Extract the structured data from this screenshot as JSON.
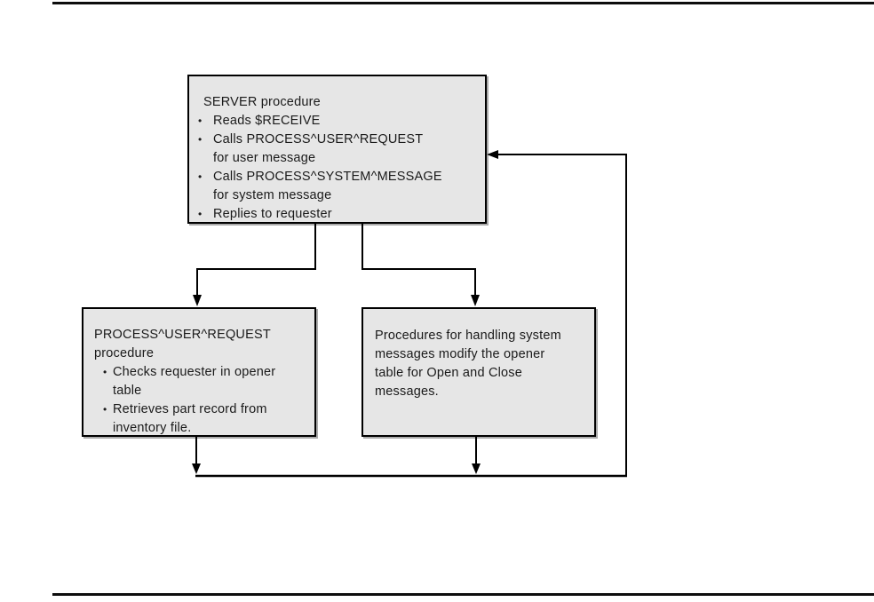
{
  "diagram": {
    "bullet_glyph": "•",
    "colors": {
      "box_fill": "#e6e6e6",
      "box_border": "#000000",
      "line_color": "#000000",
      "rule_color": "#0d0d0d"
    },
    "server_box": {
      "lines": [
        "SERVER procedure",
        "Reads $RECEIVE",
        "Calls PROCESS^USER^REQUEST",
        "for user message",
        "Calls PROCESS^SYSTEM^MESSAGE",
        "for system message",
        "Replies to requester"
      ]
    },
    "user_request_box": {
      "lines": [
        "PROCESS^USER^REQUEST",
        "procedure",
        "Checks requester in opener",
        "table",
        "Retrieves part record from",
        "inventory file."
      ]
    },
    "system_message_box": {
      "lines": [
        "Procedures for handling system",
        "messages modify the opener",
        "table for Open and Close",
        "messages."
      ]
    }
  }
}
